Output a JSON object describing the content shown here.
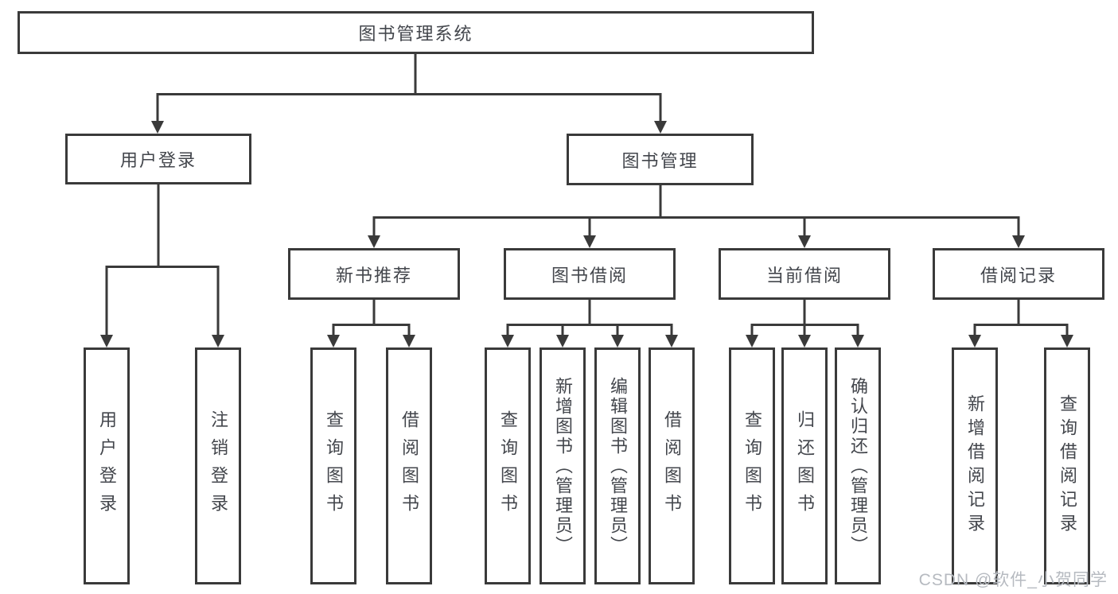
{
  "diagram": {
    "type": "tree-structure-chart",
    "tree": {
      "root": {
        "label": "图书管理系统"
      },
      "branches": [
        {
          "label": "用户登录",
          "children": [
            {
              "label": "用户登录"
            },
            {
              "label": "注销登录"
            }
          ]
        },
        {
          "label": "图书管理",
          "children": [
            {
              "label": "新书推荐",
              "children": [
                {
                  "label": "查询图书"
                },
                {
                  "label": "借阅图书"
                }
              ]
            },
            {
              "label": "图书借阅",
              "children": [
                {
                  "label": "查询图书"
                },
                {
                  "label": "新增图书（管理员）"
                },
                {
                  "label": "编辑图书（管理员）"
                },
                {
                  "label": "借阅图书"
                }
              ]
            },
            {
              "label": "当前借阅",
              "children": [
                {
                  "label": "查询图书"
                },
                {
                  "label": "归还图书"
                },
                {
                  "label": "确认归还（管理员）"
                }
              ]
            },
            {
              "label": "借阅记录",
              "children": [
                {
                  "label": "新增借阅记录"
                },
                {
                  "label": "查询借阅记录"
                }
              ]
            }
          ]
        }
      ]
    },
    "colors": {
      "line": "#3a3a3a",
      "text": "#43464c",
      "background": "#ffffff",
      "watermark": "#b6bac0"
    }
  },
  "watermark": {
    "text": "CSDN @软件_小贺同学"
  }
}
